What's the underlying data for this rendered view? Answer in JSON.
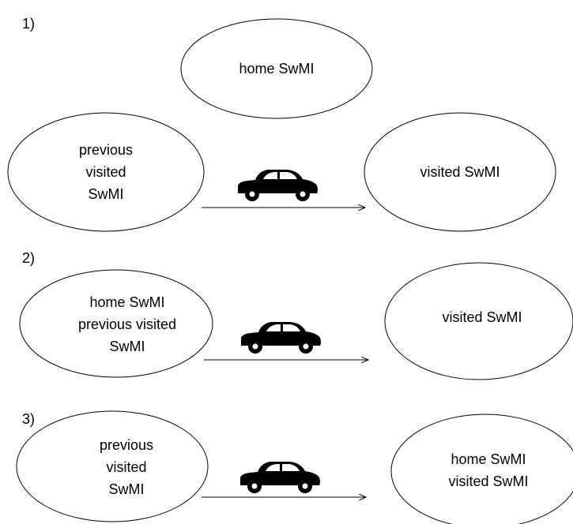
{
  "scenarios": [
    {
      "number": "1)",
      "nodes": {
        "home": [
          "home SwMI"
        ],
        "source": [
          "previous",
          "visited",
          "SwMI"
        ],
        "target": [
          "visited SwMI"
        ]
      }
    },
    {
      "number": "2)",
      "nodes": {
        "source": [
          "home SwMI",
          "previous visited",
          "SwMI"
        ],
        "target": [
          "visited SwMI"
        ]
      }
    },
    {
      "number": "3)",
      "nodes": {
        "source": [
          "previous",
          "visited",
          "SwMI"
        ],
        "target": [
          "home SwMI",
          "visited SwMI"
        ]
      }
    }
  ],
  "icons": {
    "vehicle": "car-icon"
  }
}
